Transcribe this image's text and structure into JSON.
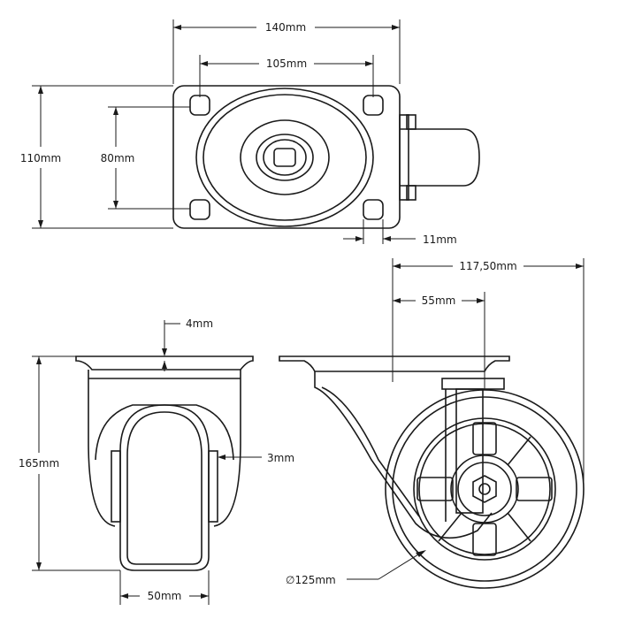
{
  "dimensions": {
    "top_width": "140mm",
    "hole_spacing_x": "105mm",
    "plate_height": "110mm",
    "hole_spacing_y": "80mm",
    "hole_diameter": "11mm",
    "total_offset": "117,50mm",
    "swivel_offset": "55mm",
    "plate_thickness": "4mm",
    "total_height": "165mm",
    "fork_gap": "3mm",
    "wheel_width": "50mm",
    "wheel_diameter": "∅125mm"
  },
  "colors": {
    "line": "#1a1a1a",
    "background": "#ffffff"
  }
}
